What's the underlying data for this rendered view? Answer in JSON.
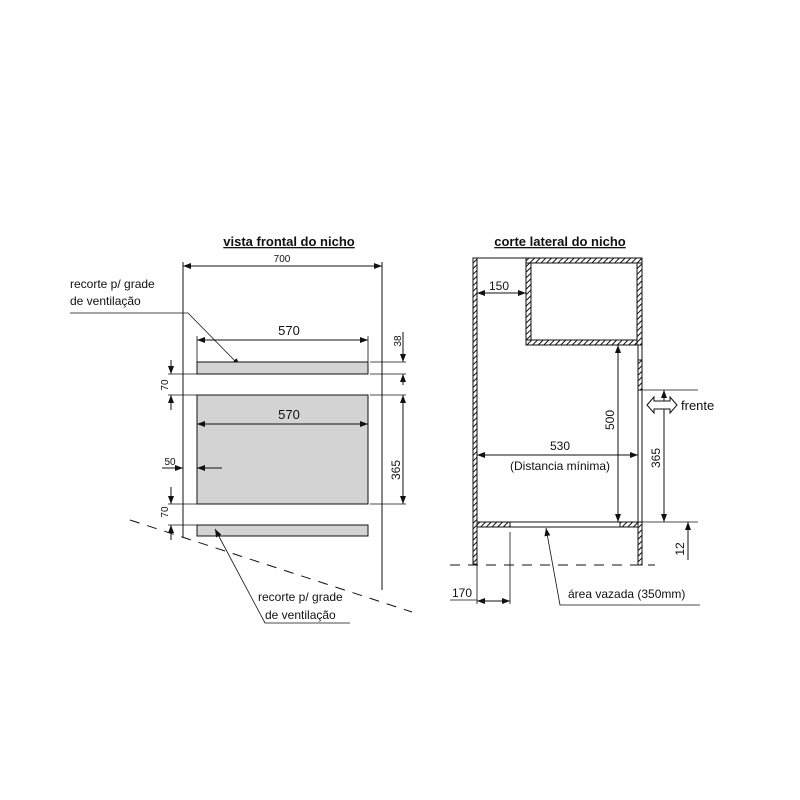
{
  "front_view": {
    "title": "vista frontal do nicho",
    "dim_width": "700",
    "dim_slot_width": "570",
    "dim_oven_width": "570",
    "dim_top_slot_height": "38",
    "dim_top_gap": "70",
    "dim_bottom_gap": "70",
    "dim_side_offset": "50",
    "dim_oven_height": "365",
    "label_top_line1": "recorte p/ grade",
    "label_top_line2": "de ventilação",
    "label_bottom_line1": "recorte p/ grade",
    "label_bottom_line2": "de ventilação"
  },
  "side_view": {
    "title": "corte lateral do nicho",
    "dim_rear_gap": "150",
    "dim_height": "500",
    "dim_depth": "530",
    "dim_depth_note": "(Distancia mínima)",
    "dim_front_height": "365",
    "front_label": "frente",
    "dim_shelf": "12",
    "dim_back": "170",
    "open_area_label": "área vazada (350mm)"
  }
}
